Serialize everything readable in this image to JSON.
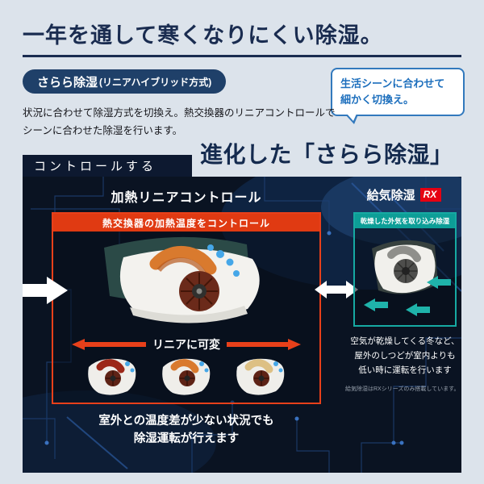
{
  "header": {
    "headline": "一年を通して寒くなりにくい除湿。",
    "badge_main": "さらら除湿",
    "badge_sub": "(リニアハイブリッド方式)",
    "bubble_line1": "生活シーンに合わせて",
    "bubble_line2": "細かく切換え。",
    "intro_line1": "状況に合わせて除湿方式を切換え。熱交換器のリニアコントロールで",
    "intro_line2": "シーンに合わせた除湿を行います。"
  },
  "section": {
    "tab_label": "コントロールする",
    "title": "進化した「さらら除湿」"
  },
  "heating": {
    "title": "加熱リニアコントロール",
    "box_header": "熱交換器の加熱温度をコントロール",
    "linear_label": "リニアに可変",
    "variant_colors": [
      "#9c2718",
      "#d97a2e",
      "#ddc084"
    ],
    "caption_line1": "室外との温度差が少ない状況でも",
    "caption_line2": "除湿運転が行えます"
  },
  "intake": {
    "title": "給気除湿",
    "rx_badge": "RX",
    "box_header": "乾燥した外気を取り込み除湿",
    "caption_line1": "空気が乾燥してくる冬など、",
    "caption_line2": "屋外のしつどが室内よりも",
    "caption_line3": "低い時に運転を行います",
    "note": "給気除湿はRXシリーズのみ搭載しています。"
  },
  "colors": {
    "accent_red": "#e8401a",
    "accent_teal": "#16a9a2",
    "navy": "#1a2c50",
    "rx_red": "#e60012",
    "bubble_blue": "#1d6fbd",
    "panel_bg": "#0a1322"
  }
}
